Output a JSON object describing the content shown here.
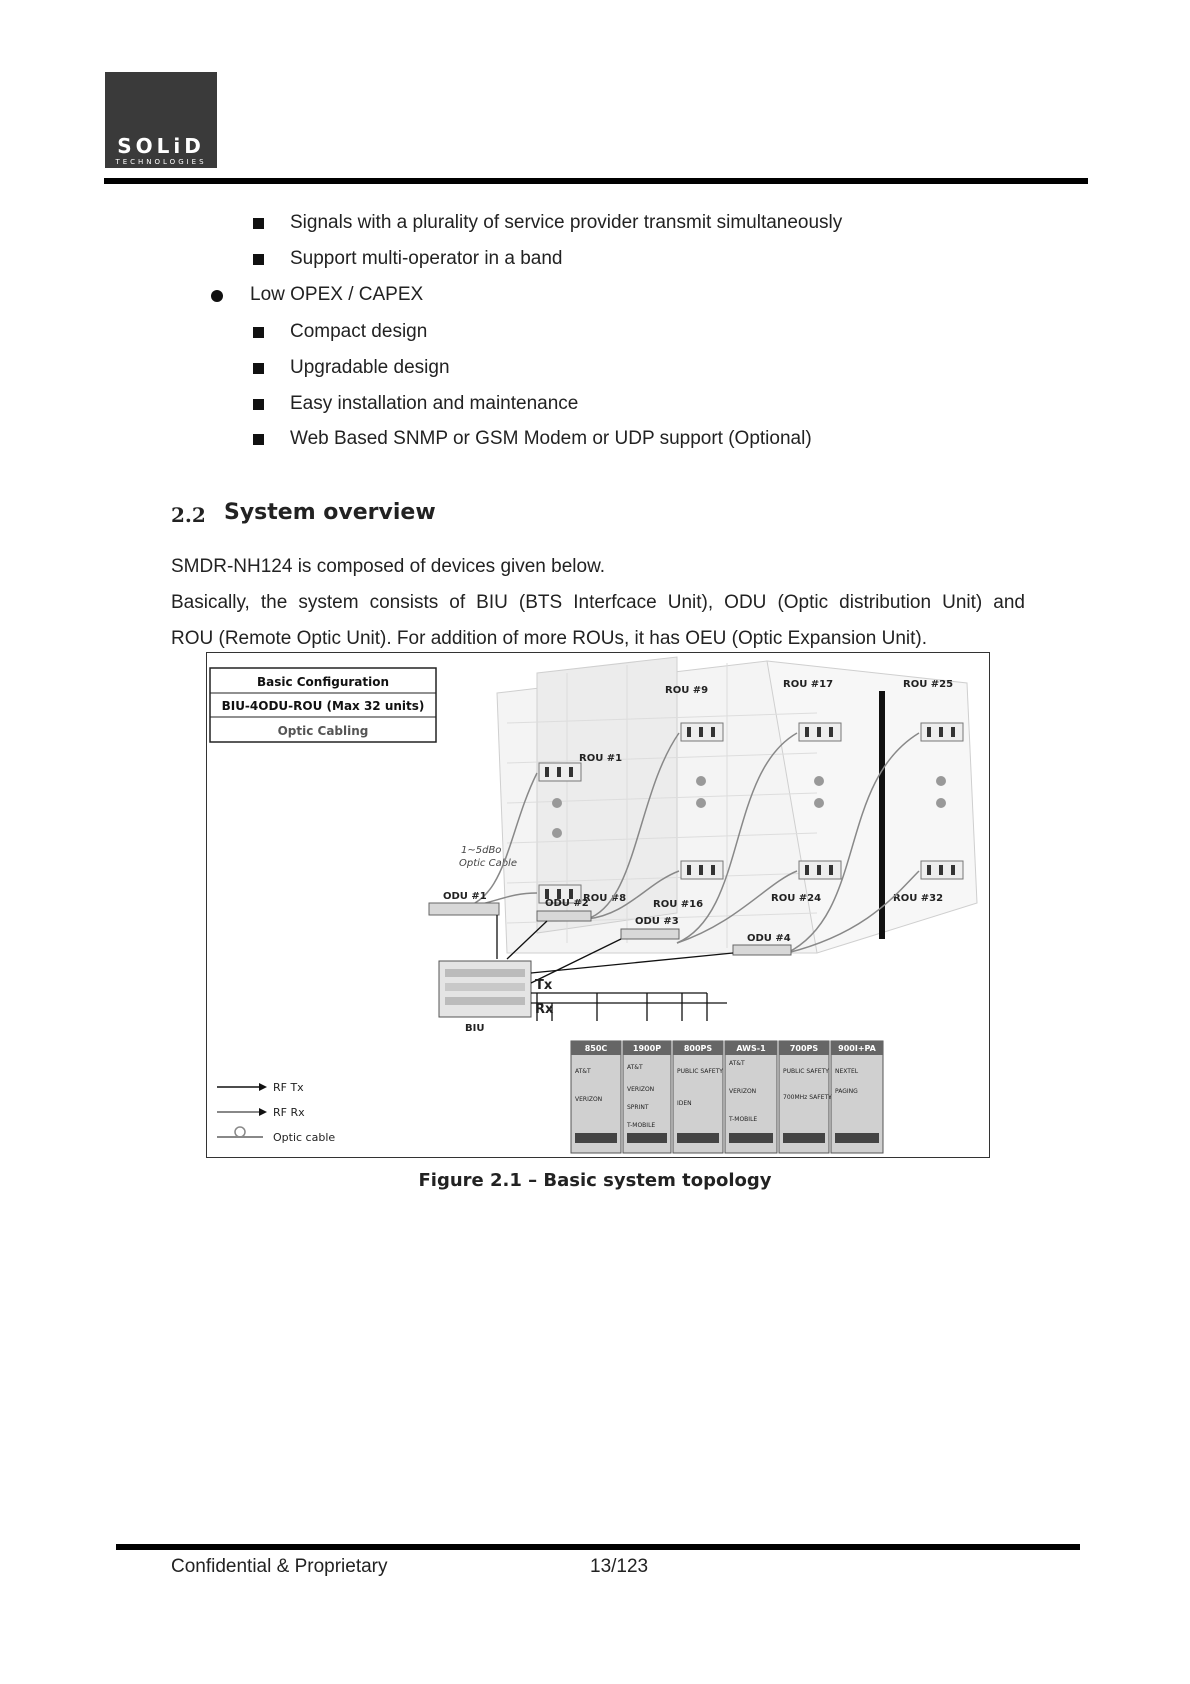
{
  "logo": {
    "name": "SOLiD",
    "sub": "TECHNOLOGIES"
  },
  "bullets": [
    {
      "level": 2,
      "text": "Signals with a plurality of service provider transmit simultaneously"
    },
    {
      "level": 2,
      "text": "Support multi-operator in a band"
    },
    {
      "level": 1,
      "text": "Low OPEX / CAPEX"
    },
    {
      "level": 2,
      "text": "Compact design"
    },
    {
      "level": 2,
      "text": "Upgradable design"
    },
    {
      "level": 2,
      "text": "Easy installation and maintenance"
    },
    {
      "level": 2,
      "text": "Web Based SNMP or GSM Modem or UDP support (Optional)"
    }
  ],
  "section": {
    "number": "2.2",
    "title": "System overview"
  },
  "paragraphs": {
    "p1": "SMDR-NH124 is composed of devices given below.",
    "p2_line1": "Basically, the system consists of BIU (BTS Interfcace Unit), ODU (Optic distribution Unit) and",
    "p2_line2": "ROU (Remote Optic Unit). For addition of more ROUs, it has OEU (Optic Expansion Unit)."
  },
  "figure": {
    "config_box": [
      "Basic Configuration",
      "BIU-4ODU-ROU (Max 32 units)",
      "Optic Cabling"
    ],
    "cable_note": [
      "1~5dBo",
      "Optic Cable"
    ],
    "rou_labels": [
      "ROU #1",
      "ROU #8",
      "ROU #9",
      "ROU #16",
      "ROU #17",
      "ROU #24",
      "ROU #25",
      "ROU #32"
    ],
    "odu_labels": [
      "ODU #1",
      "ODU #2",
      "ODU #3",
      "ODU #4"
    ],
    "biu_label": "BIU",
    "tx_rx": [
      "Tx",
      "Rx"
    ],
    "bands": [
      "850C",
      "1900P",
      "800PS",
      "AWS-1",
      "700PS",
      "900I+PA"
    ],
    "rack_texts": [
      [
        "AT&T",
        "VERIZON"
      ],
      [
        "AT&T",
        "VERIZON",
        "SPRINT",
        "T-MOBILE"
      ],
      [
        "PUBLIC SAFETY",
        "IDEN"
      ],
      [
        "AT&T",
        "VERIZON",
        "T-MOBILE"
      ],
      [
        "PUBLIC SAFETY",
        "700MHz SAFETY"
      ],
      [
        "NEXTEL",
        "PAGING"
      ]
    ],
    "legend": [
      "RF Tx",
      "RF Rx",
      "Optic cable"
    ]
  },
  "caption": "Figure 2.1 – Basic system topology",
  "footer": {
    "left": "Confidential & Proprietary",
    "page": "13/123"
  }
}
